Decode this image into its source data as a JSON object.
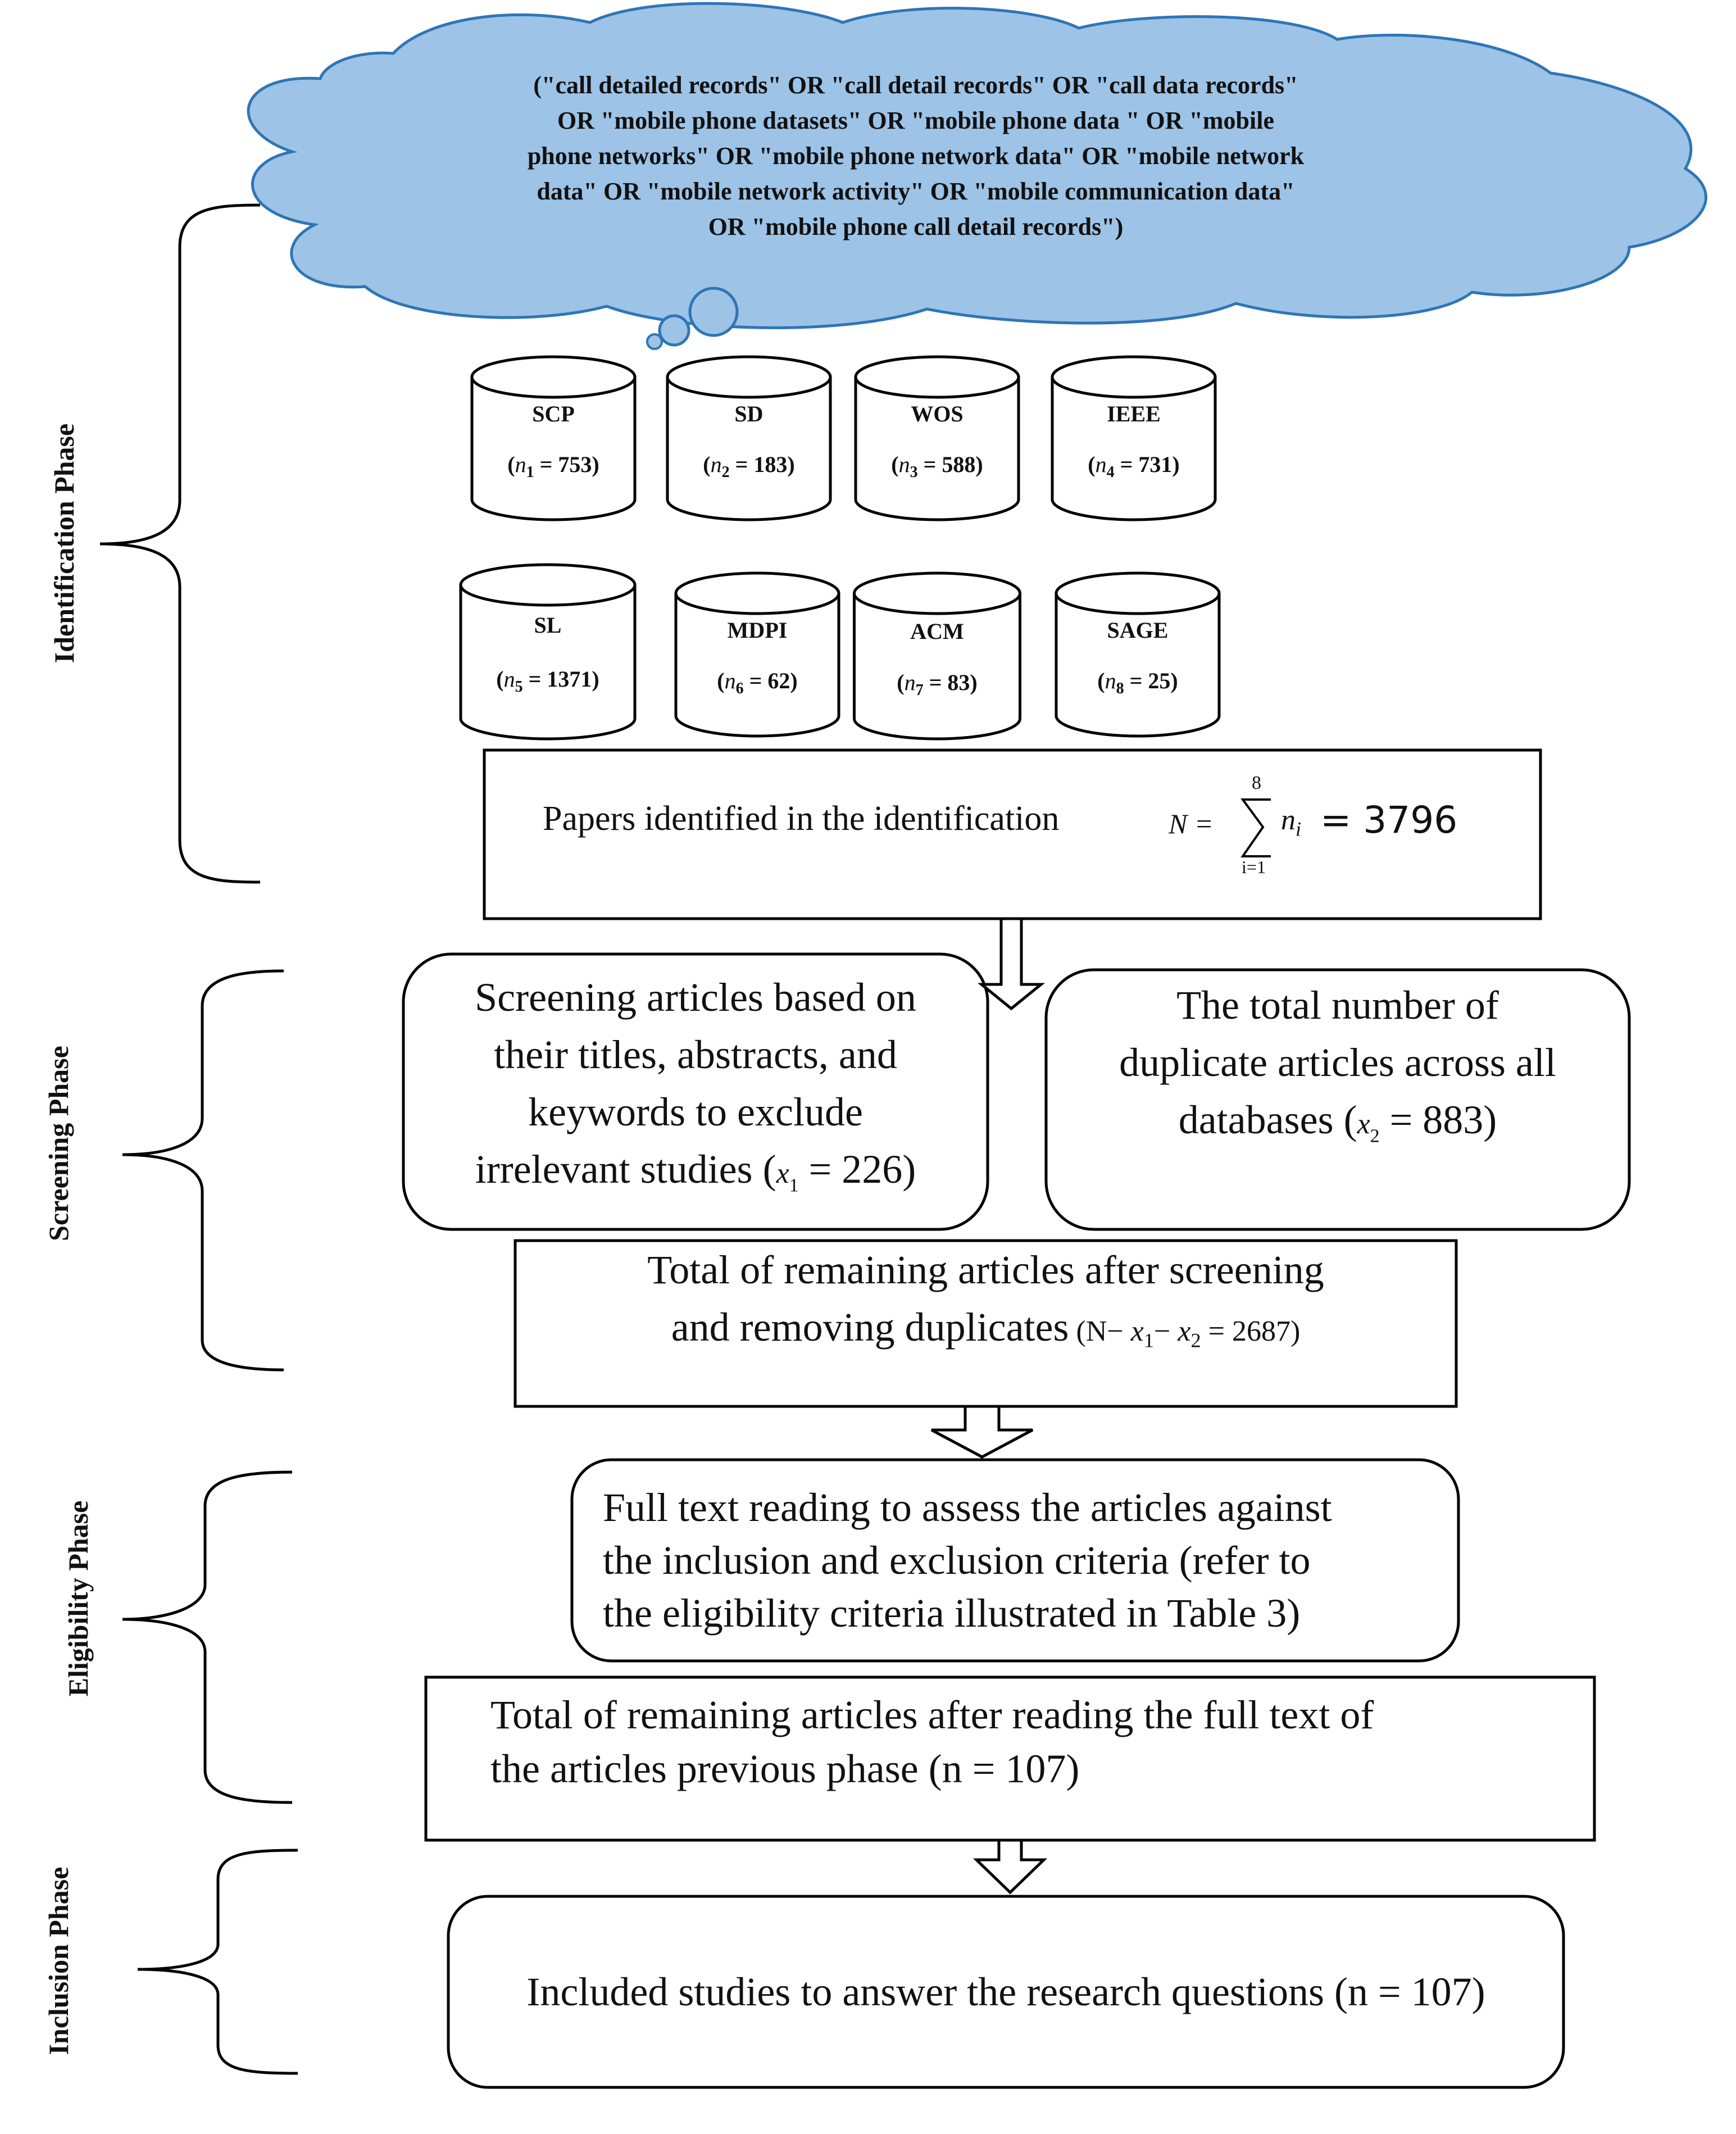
{
  "query_cloud": {
    "lines": [
      "(\"call detailed records\" OR \"call detail records\" OR \"call data records\"",
      "OR \"mobile phone datasets\" OR \"mobile phone data \" OR \"mobile",
      "phone networks\" OR \"mobile phone network data\" OR \"mobile network",
      "data\" OR \"mobile network activity\" OR \"mobile communication data\"",
      "OR \"mobile phone call detail records\")"
    ],
    "fill_color": "#9dc3e6",
    "border_color": "#2e75b6"
  },
  "databases": [
    {
      "name": "SCP",
      "var": "n",
      "sub": "1",
      "value": "753"
    },
    {
      "name": "SD",
      "var": "n",
      "sub": "2",
      "value": "183"
    },
    {
      "name": "WOS",
      "var": "n",
      "sub": "3",
      "value": "588"
    },
    {
      "name": "IEEE",
      "var": "n",
      "sub": "4",
      "value": "731"
    },
    {
      "name": "SL",
      "var": "n",
      "sub": "5",
      "value": "1371"
    },
    {
      "name": "MDPI",
      "var": "n",
      "sub": "6",
      "value": "62"
    },
    {
      "name": "ACM",
      "var": "n",
      "sub": "7",
      "value": "83"
    },
    {
      "name": "SAGE",
      "var": "n",
      "sub": "8",
      "value": "25"
    }
  ],
  "phases": {
    "identification": "Identification Phase",
    "screening": "Screening Phase",
    "eligibility": "Eligibility Phase",
    "inclusion": "Inclusion Phase"
  },
  "boxes": {
    "identified": {
      "text": "Papers identified in the identification",
      "formula_lhs": "N =",
      "sum_top": "8",
      "sum_bottom": "i=1",
      "formula_term": "n",
      "formula_sub": "i",
      "formula_result": "= 3796"
    },
    "screening": {
      "line1": "Screening articles based on",
      "line2": "their titles, abstracts, and",
      "line3": "keywords to exclude",
      "line4": "irrelevant studies (",
      "var": "x",
      "sub": "1",
      "value": " = 226)"
    },
    "duplicates": {
      "line1": "The total number of",
      "line2": "duplicate articles across all",
      "line3": "databases (",
      "var": "x",
      "sub": "2",
      "value": " = 883)"
    },
    "remaining_after_screening": {
      "line1": "Total of remaining articles after screening",
      "line2": "and removing duplicates",
      "formula_open": "(N− ",
      "x1": "x",
      "x1_sub": "1",
      "minus": "− ",
      "x2": "x",
      "x2_sub": "2",
      "formula_close": " = 2687)"
    },
    "full_text": {
      "line1": "Full text reading to assess the articles against",
      "line2": "the inclusion and exclusion criteria (refer to",
      "line3": "the eligibility criteria illustrated in Table 3)"
    },
    "remaining_after_full_text": {
      "line1": "Total of remaining articles after reading the full text of",
      "line2": "the articles previous phase (n = 107)"
    },
    "included": {
      "text": "Included studies to answer the research questions (n = 107)"
    }
  }
}
